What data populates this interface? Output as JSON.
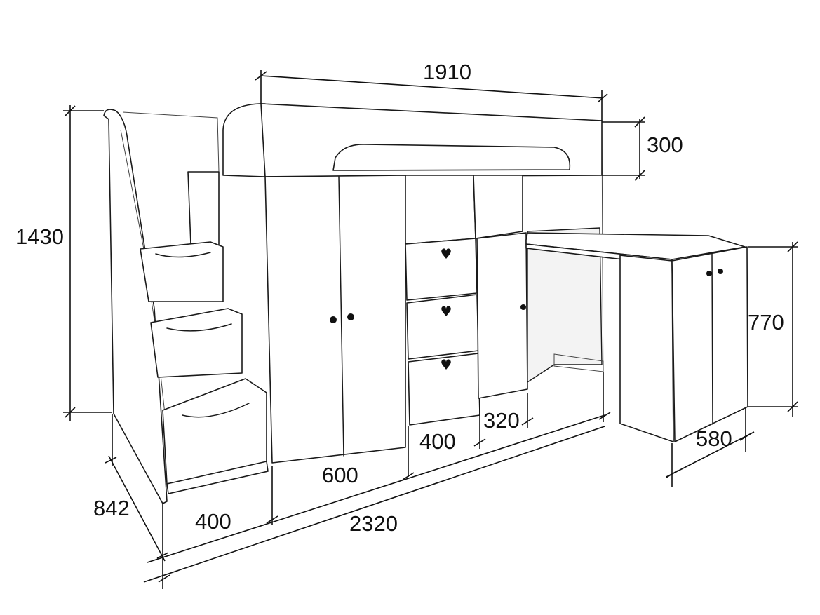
{
  "dimensions": {
    "top_length": "1910",
    "bed_rail_height": "300",
    "total_height": "1430",
    "desk_height": "770",
    "stairs_depth": "842",
    "stairs_width": "400",
    "wardrobe_width": "600",
    "drawer_unit_width": "400",
    "cabinet_width": "320",
    "total_length": "2320",
    "desk_depth": "580"
  },
  "colors": {
    "line": "#1a1a1a",
    "background": "#ffffff"
  }
}
